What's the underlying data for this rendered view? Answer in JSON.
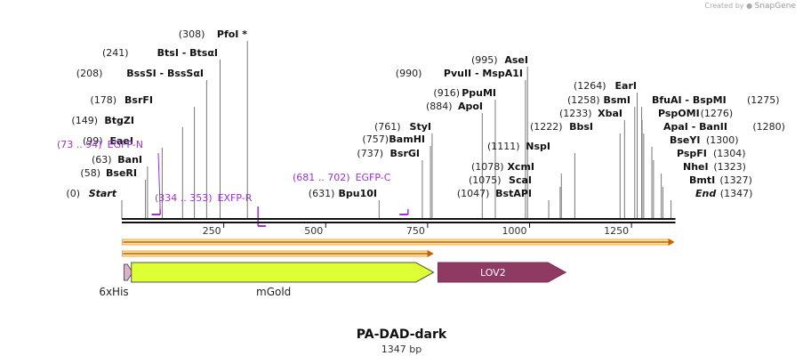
{
  "map": {
    "name": "PA-DAD-dark",
    "length_label": "1347 bp",
    "length_bp": 1347,
    "credit_prefix": "Created by",
    "credit_brand": "SnapGene"
  },
  "ruler": {
    "ticks": [
      250,
      500,
      750,
      1000,
      1250
    ]
  },
  "enzymes": [
    {
      "pos": 0,
      "name": "Start",
      "italic": true,
      "side": "left"
    },
    {
      "pos": 58,
      "name": "BseRI",
      "side": "left"
    },
    {
      "pos": 63,
      "name": "BanI",
      "side": "left"
    },
    {
      "pos": 99,
      "name": "EaeI",
      "side": "left"
    },
    {
      "pos": 149,
      "name": "BtgZI",
      "side": "left"
    },
    {
      "pos": 178,
      "name": "BsrFI",
      "side": "left"
    },
    {
      "pos": 208,
      "name": "BssSI  -  BssSαI",
      "side": "left"
    },
    {
      "pos": 241,
      "name": "BtsI  -  BtsαI",
      "side": "left"
    },
    {
      "pos": 308,
      "name": "PfoI *",
      "side": "left"
    },
    {
      "pos": 631,
      "name": "Bpu10I",
      "side": "left"
    },
    {
      "pos": 737,
      "name": "BsrGI",
      "side": "left"
    },
    {
      "pos": 757,
      "name": "BamHI",
      "side": "left"
    },
    {
      "pos": 761,
      "name": "StyI",
      "side": "left"
    },
    {
      "pos": 884,
      "name": "ApoI",
      "side": "left"
    },
    {
      "pos": 916,
      "name": "PpuMI",
      "side": "left"
    },
    {
      "pos": 990,
      "name": "PvuII  -  MspA1I",
      "side": "left"
    },
    {
      "pos": 995,
      "name": "AseI",
      "side": "left"
    },
    {
      "pos": 1047,
      "name": "BstAPI",
      "side": "left"
    },
    {
      "pos": 1075,
      "name": "ScaI",
      "side": "left"
    },
    {
      "pos": 1078,
      "name": "XcmI",
      "side": "left"
    },
    {
      "pos": 1111,
      "name": "NspI",
      "side": "left"
    },
    {
      "pos": 1222,
      "name": "BbsI",
      "side": "left"
    },
    {
      "pos": 1233,
      "name": "XbaI",
      "side": "left"
    },
    {
      "pos": 1258,
      "name": "BsmI",
      "side": "left"
    },
    {
      "pos": 1264,
      "name": "EarI",
      "side": "left"
    },
    {
      "pos": 1275,
      "name": "BfuAI  -  BspMI",
      "side": "right"
    },
    {
      "pos": 1276,
      "name": "PspOMI",
      "side": "right"
    },
    {
      "pos": 1280,
      "name": "ApaI  -  BanII",
      "side": "right"
    },
    {
      "pos": 1300,
      "name": "BseYI",
      "side": "right"
    },
    {
      "pos": 1304,
      "name": "PspFI",
      "side": "right"
    },
    {
      "pos": 1323,
      "name": "NheI",
      "side": "right"
    },
    {
      "pos": 1327,
      "name": "BmtI",
      "side": "right"
    },
    {
      "pos": 1347,
      "name": "End",
      "italic": true,
      "side": "right"
    }
  ],
  "primers": [
    {
      "range": "(73 .. 94)",
      "name": "EGFP-N",
      "start": 73,
      "end": 94,
      "strand": "forward"
    },
    {
      "range": "(334 .. 353)",
      "name": "EXFP-R",
      "start": 334,
      "end": 353,
      "strand": "reverse"
    },
    {
      "range": "(681 .. 702)",
      "name": "EGFP-C",
      "start": 681,
      "end": 702,
      "strand": "forward"
    }
  ],
  "features": [
    {
      "name": "6xHis",
      "start": 1,
      "end": 18,
      "color": "#d9b3c8",
      "label_color": "#222222"
    },
    {
      "name": "mGold",
      "start": 19,
      "end": 756,
      "color": "#ddff33",
      "label_color": "#222222"
    },
    {
      "name": "LOV2",
      "start": 771,
      "end": 1080,
      "color": "#8e3a63",
      "label_color": "#ffffff"
    }
  ],
  "orfs": [
    {
      "start": 1,
      "end": 1347,
      "color": "#f0a820"
    },
    {
      "start": 1,
      "end": 756,
      "color": "#f0a820"
    }
  ],
  "colors": {
    "enzyme_line": "#777777",
    "primer": "#9933cc",
    "backbone": "#111111"
  }
}
